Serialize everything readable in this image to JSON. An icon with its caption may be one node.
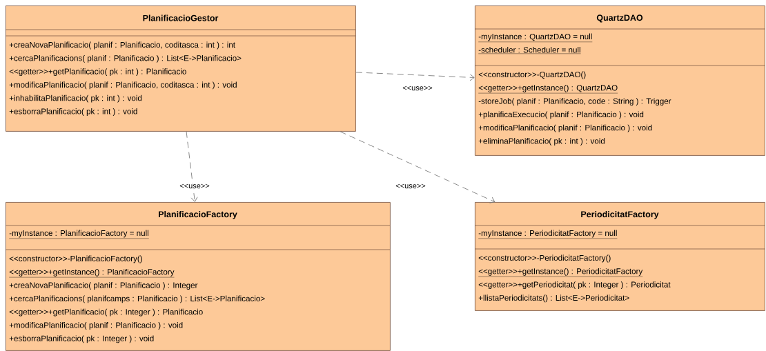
{
  "diagram": {
    "nodes": [
      {
        "text": [
          "PlanificacioGestor",
          "+creaNovaPlanificacio( planif : Planificacio, coditasca : int ) : int",
          "+cercaPlanificacions( planif : Planificacio ) : List<E->Planificacio>",
          "<<getter>>+getPlanificacio( pk : int ) : Planificacio",
          "+modificaPlanificacio( planif : Planificacio, coditasca : int ) : void",
          "+inhabilitaPlanificacio( pk : int ) : void",
          "+esborraPlanificacio( pk : int ) : void"
        ]
      },
      {
        "text": [
          "QuartzDAO",
          "-myInstance : QuartzDAO = null",
          "-scheduler : Scheduler = null",
          "<<constructor>>-QuartzDAO()",
          "<<getter>>+getInstance() : QuartzDAO",
          "-storeJob( planif : Planificacio, code : String ) : Trigger",
          "+planificaExecucio( planif : Planificacio ) : void",
          "+modificaPlanificacio( planif : Planificacio ) : void",
          "+eliminaPlanificacio( pk : int ) : void"
        ]
      },
      {
        "text": [
          "PlanificacioFactory",
          "-myInstance : PlanificacioFactory = null",
          "<<constructor>>-PlanificacioFactory()",
          "<<getter>>+getInstance() : PlanificacioFactory",
          "+creaNovaPlanificacio( planif : Planificacio ) : Integer",
          "+cercaPlanificacions( planifcamps : Planificacio ) : List<E->Planificacio>",
          "<<getter>>+getPlanificacio( pk : Integer ) : Planificacio",
          "+modificaPlanificacio( planif : Planificacio ) : void",
          "+esborraPlanificacio( pk : Integer ) : void"
        ]
      },
      {
        "text": [
          "PeriodicitatFactory",
          "-myInstance : PeriodicitatFactory = null",
          "<<constructor>>-PeriodicitatFactory()",
          "<<getter>>+getInstance() : PeriodicitatFactory",
          "<<getter>>+getPeriodicitat( pk : Integer ) : Periodicitat",
          "+llistaPeriodicitats() : List<E->Periodicitat>"
        ]
      }
    ],
    "edges": [
      {
        "from": 0,
        "to": 1,
        "arrow": "to",
        "label": "<<use>>",
        "style": "dashed"
      },
      {
        "from": 0,
        "to": 2,
        "arrow": "to",
        "label": "<<use>>",
        "style": "dashed"
      },
      {
        "from": 0,
        "to": 3,
        "arrow": "to",
        "label": "<<use>>",
        "style": "dashed"
      }
    ]
  }
}
